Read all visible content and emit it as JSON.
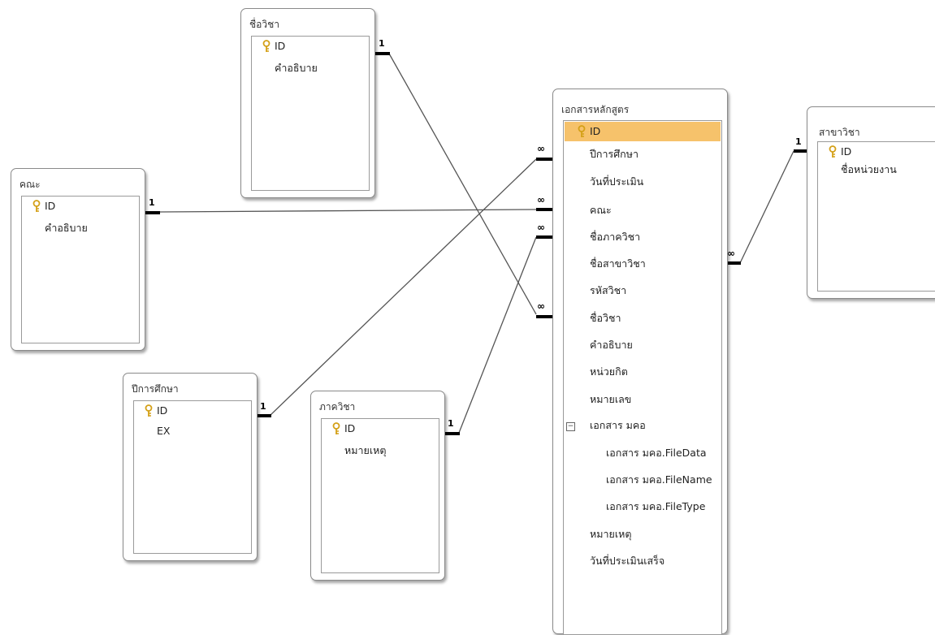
{
  "tables": {
    "subject_name": {
      "title": "ชื่อวิชา",
      "fields": [
        "ID",
        "คำอธิบาย"
      ]
    },
    "faculty": {
      "title": "คณะ",
      "fields": [
        "ID",
        "คำอธิบาย"
      ]
    },
    "academic_year": {
      "title": "ปีการศึกษา",
      "fields": [
        "ID",
        "EX"
      ]
    },
    "department": {
      "title": "ภาควิชา",
      "fields": [
        "ID",
        "หมายเหตุ"
      ]
    },
    "major": {
      "title": "สาขาวิชา",
      "fields": [
        "ID",
        "ชื่อหน่วยงาน"
      ]
    },
    "curriculum_doc": {
      "title": "เอกสารหลักสูตร",
      "fields": [
        "ID",
        "ปีการศึกษา",
        "วันที่ประเมิน",
        "คณะ",
        "ชื่อภาควิชา",
        "ชื่อสาขาวิชา",
        "รหัสวิชา",
        "ชื่อวิชา",
        "คำอธิบาย",
        "หน่วยกิต",
        "หมายเลข",
        "เอกสาร มคอ",
        "เอกสาร มคอ.FileData",
        "เอกสาร มคอ.FileName",
        "เอกสาร มคอ.FileType",
        "หมายเหตุ",
        "วันที่ประเมินเสร็จ"
      ],
      "expander_symbol": "−"
    }
  },
  "relationships": {
    "one_label": "1",
    "many_label": "∞"
  },
  "colors": {
    "highlight": "#f6c26b",
    "key_icon": "#d4a017"
  }
}
